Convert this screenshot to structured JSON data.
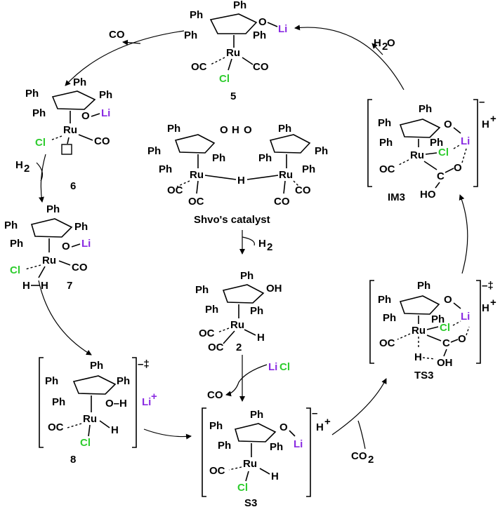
{
  "labels": {
    "ph": "Ph",
    "li": "Li",
    "cl": "Cl",
    "co": "CO",
    "oc": "OC",
    "ru": "Ru",
    "h": "H",
    "o": "O",
    "oh": "OH",
    "ho": "HO",
    "c": "C",
    "o_li": "O",
    "o_h": "O–H",
    "h2o_h": "H",
    "h2o_2": "2",
    "h2o_o": "O",
    "h2_h": "H",
    "h2_2": "2",
    "co2_co": "CO",
    "co2_2": "2",
    "licl_li": "Li",
    "licl_cl": "Cl",
    "hplus": "H",
    "plus": "+",
    "minus": "–",
    "minus_dagger": "–‡",
    "liplus_li": "Li",
    "liplus_plus": "+"
  },
  "compounds": {
    "c5": "5",
    "c6": "6",
    "c7": "7",
    "c8": "8",
    "c2": "2",
    "s3": "S3",
    "ts3": "TS3",
    "im3": "IM3",
    "shvo": "Shvo's catalyst"
  },
  "colors": {
    "li": "#8a2be2",
    "cl": "#2ecc2e"
  }
}
